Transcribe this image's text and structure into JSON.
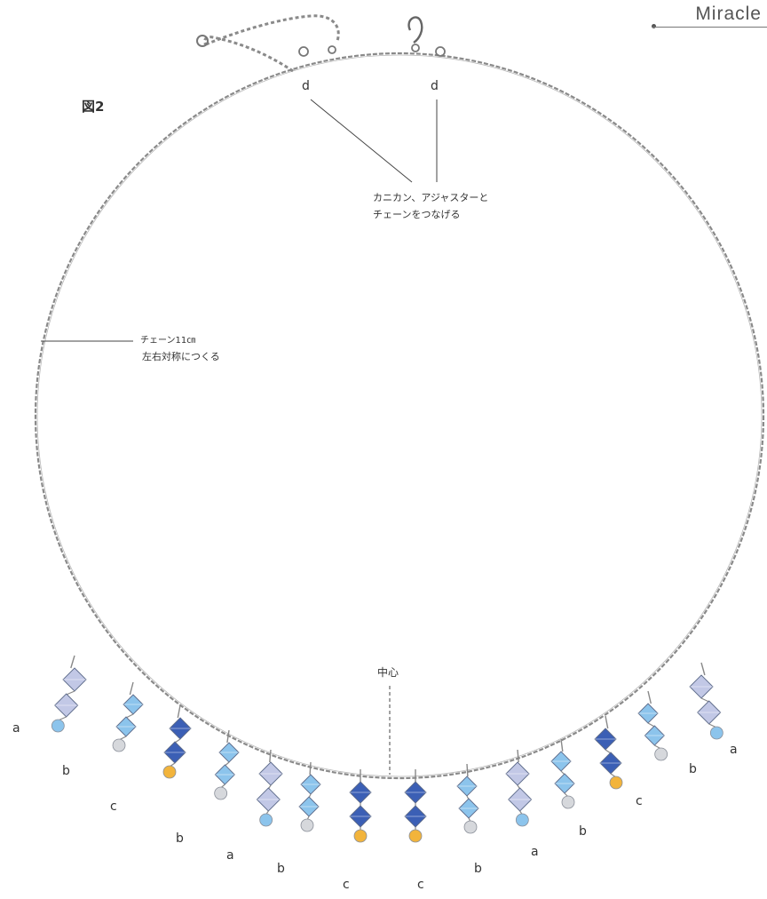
{
  "brand": "Miracle",
  "figure_label": "図2",
  "clasp_labels": [
    "d",
    "d"
  ],
  "clasp_note": [
    "カニカン、アジャスターと",
    "チェーンをつなげる"
  ],
  "chain_note": [
    "チェーン11㎝",
    "左右対称につくる"
  ],
  "center_label": "中心",
  "drop_labels": [
    "a",
    "b",
    "c",
    "b",
    "a",
    "b",
    "c",
    "c",
    "b",
    "a",
    "b",
    "c",
    "b",
    "a"
  ],
  "colors": {
    "chain": "#8a8a8a",
    "light_blue": "#8cc4ec",
    "royal_blue": "#3b5fb5",
    "lavender": "#c2c8e6",
    "gold": "#f2b43c",
    "pearl": "#d6d8dc",
    "aqua": "#7fc2cc",
    "text": "#333333"
  }
}
